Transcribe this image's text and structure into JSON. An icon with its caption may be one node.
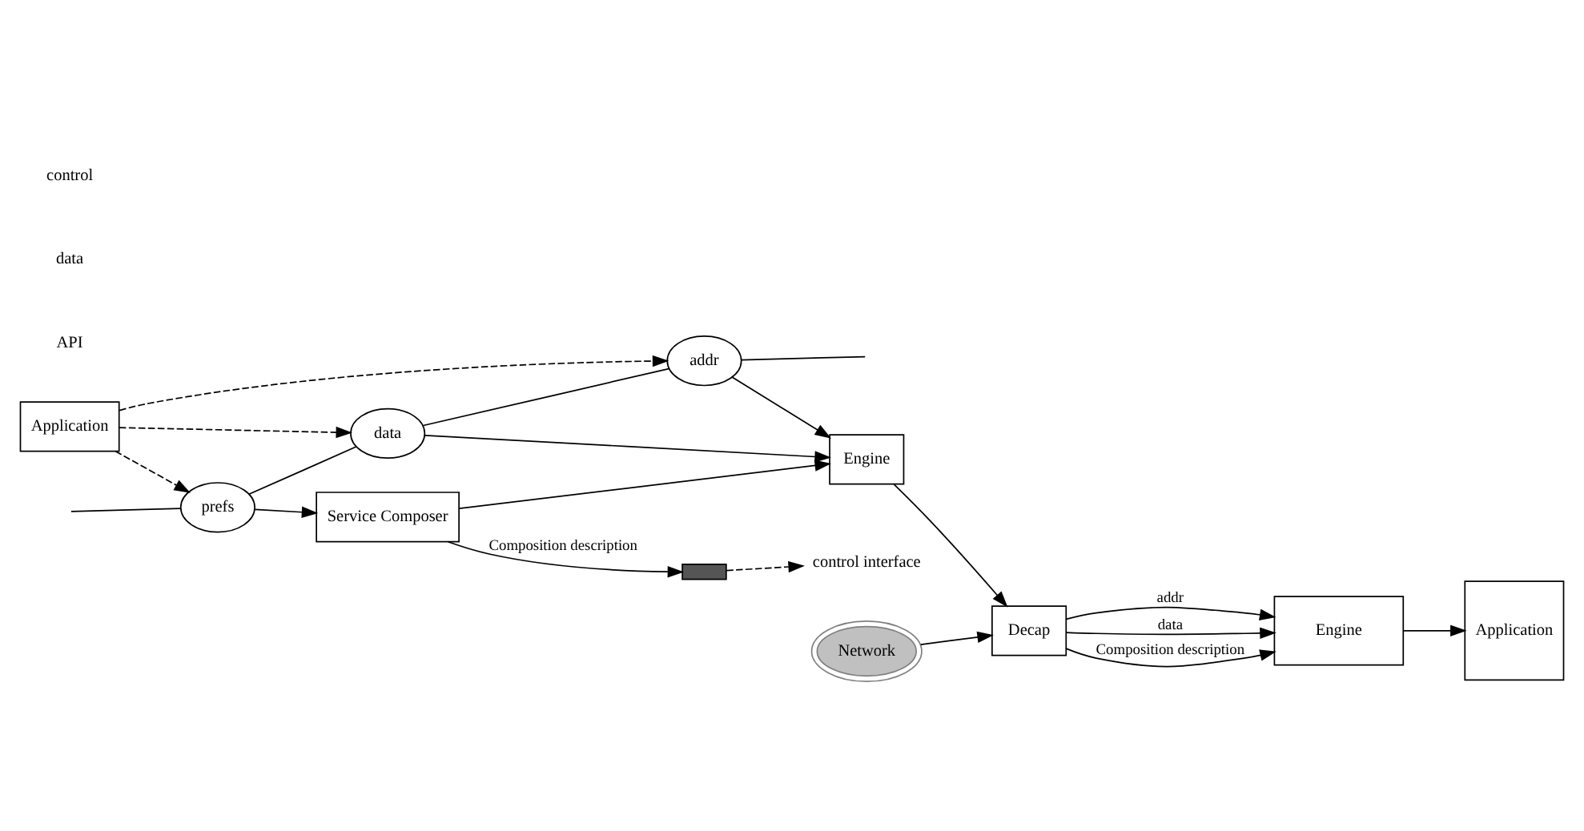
{
  "diagram": {
    "nodes": [
      {
        "text": [
          "Application"
        ]
      },
      {
        "text": [
          "prefs"
        ]
      },
      {
        "text": [
          "data"
        ]
      },
      {
        "text": [
          "addr"
        ]
      },
      {
        "text": [
          "Engine"
        ]
      },
      {
        "text": [],
        "shape": "box"
      },
      {
        "text": [
          "control interface"
        ]
      },
      {
        "text": [
          "Network"
        ]
      },
      {
        "text": [
          "Decap"
        ]
      },
      {
        "text": [
          "Engine"
        ]
      },
      {
        "text": [
          "Application"
        ]
      },
      {
        "text": [
          "Service Composer"
        ]
      }
    ],
    "edges": [
      {
        "from": 0,
        "to": 1,
        "arrow": "to",
        "style": "dashed"
      },
      {
        "from": 0,
        "to": 2,
        "arrow": "to",
        "style": "dashed"
      },
      {
        "from": 0,
        "to": 3,
        "arrow": "to",
        "style": "dashed"
      },
      {
        "from": null,
        "to": 1,
        "arrow": "none"
      },
      {
        "from": 1,
        "to": 2,
        "arrow": "none"
      },
      {
        "from": 2,
        "to": 3,
        "arrow": "none"
      },
      {
        "from": 3,
        "to": null,
        "arrow": "none"
      },
      {
        "from": 1,
        "to": 11,
        "arrow": "to"
      },
      {
        "from": 2,
        "to": 4,
        "arrow": "to"
      },
      {
        "from": 3,
        "to": 4,
        "arrow": "to"
      },
      {
        "from": 11,
        "to": 4,
        "arrow": "to"
      },
      {
        "from": 11,
        "to": 5,
        "arrow": "to",
        "label": "Composition description"
      },
      {
        "from": 5,
        "to": 6,
        "arrow": "to",
        "style": "dashed"
      },
      {
        "from": 4,
        "to": 8,
        "arrow": "to"
      },
      {
        "from": 7,
        "to": 8,
        "arrow": "to"
      },
      {
        "from": 8,
        "to": 9,
        "arrow": "to",
        "label": "addr"
      },
      {
        "from": 8,
        "to": 9,
        "arrow": "to",
        "label": "data"
      },
      {
        "from": 8,
        "to": 9,
        "arrow": "to",
        "label": "Composition description"
      },
      {
        "from": 9,
        "to": 10,
        "arrow": "to"
      }
    ],
    "labels": [
      "API",
      "data",
      "control"
    ]
  }
}
